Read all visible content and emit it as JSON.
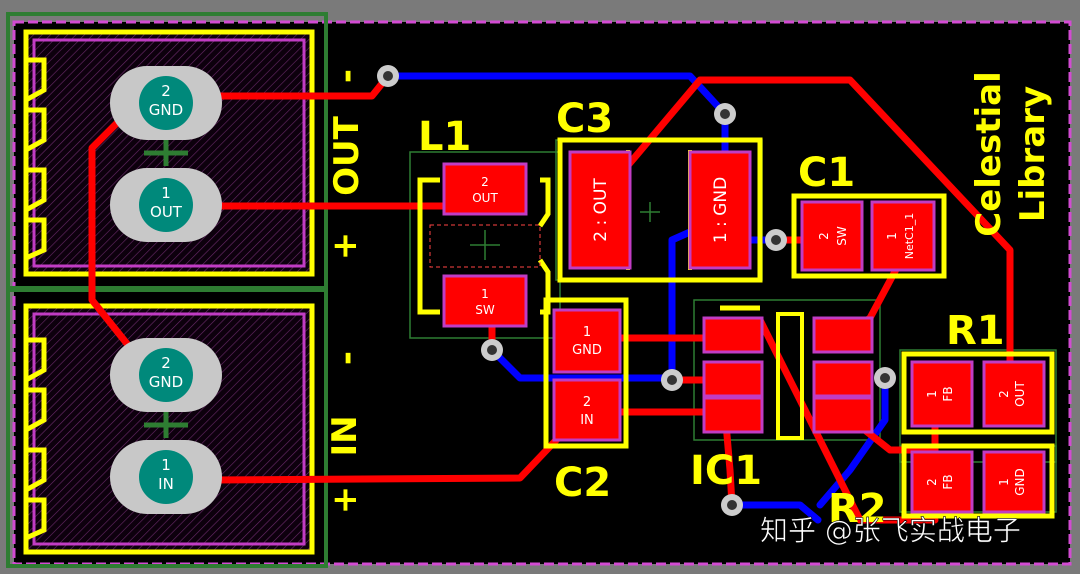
{
  "silkscreen": {
    "board_name": [
      "Celestial",
      "Library"
    ],
    "connector_out": {
      "label": "OUT",
      "minus": "-",
      "plus": "+"
    },
    "connector_in": {
      "label": "IN",
      "minus": "-",
      "plus": "+"
    },
    "designators": {
      "l1": "L1",
      "c3": "C3",
      "c1": "C1",
      "c2": "C2",
      "r1": "R1",
      "r2": "R2",
      "ic1": "IC1"
    }
  },
  "connector_pads": {
    "out_gnd": {
      "num": "2",
      "net": "GND"
    },
    "out_out": {
      "num": "1",
      "net": "OUT"
    },
    "in_gnd": {
      "num": "2",
      "net": "GND"
    },
    "in_in": {
      "num": "1",
      "net": "IN"
    }
  },
  "smd_pads": {
    "l1_p2": {
      "num": "2",
      "net": "OUT"
    },
    "l1_p1": {
      "num": "1",
      "net": "SW"
    },
    "c3_p2": {
      "label": "2 : OUT"
    },
    "c3_p1": {
      "label": "1 : GND"
    },
    "c1_p2": {
      "num": "2",
      "net": "SW"
    },
    "c1_p1": {
      "num": "1",
      "net": "NetC1_1"
    },
    "c2_p1": {
      "num": "1",
      "net": "GND"
    },
    "c2_p2": {
      "num": "2",
      "net": "IN"
    },
    "r1_p1": {
      "num": "1",
      "net": "FB"
    },
    "r1_p2": {
      "num": "2",
      "net": "OUT"
    },
    "r2_p2": {
      "num": "2",
      "net": "FB"
    },
    "r2_p1": {
      "num": "1",
      "net": "GND"
    }
  },
  "watermark": "知乎 @张飞实战电子",
  "colors": {
    "board": "#000000",
    "board_outline": "#d24bd2",
    "top_copper": "#ff0000",
    "bottom_copper": "#0000ff",
    "silkscreen": "#ffff00",
    "pad_hole": "#00897b",
    "mask_outline": "#c13cc4",
    "courtyard": "#2e7d32"
  }
}
